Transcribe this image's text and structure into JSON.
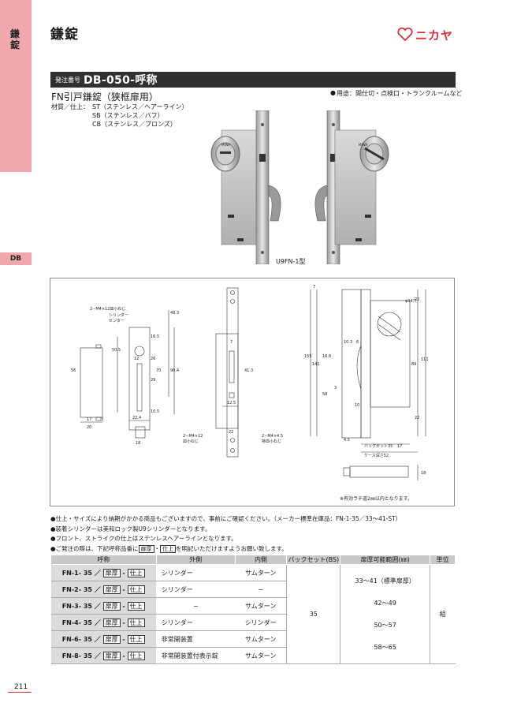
{
  "sidebar": {
    "category": "鎌錠",
    "section": "DB"
  },
  "header": {
    "title": "鎌錠",
    "brand": "ニカヤ"
  },
  "order": {
    "label": "発注番号",
    "code": "DB-050-呼称"
  },
  "product": {
    "name": "FN引戸鎌錠（狭框扉用）",
    "usage": "用途：間仕切・点検口・トランクルームなど",
    "material_label": "材質／仕上：",
    "materials": [
      "ST（ステンレス／ヘアーライン）",
      "SB（ステンレス／バフ）",
      "CB（ステンレス／ブロンズ）"
    ],
    "model": "U9FN-1型",
    "photo_text": [
      "MIWA",
      "FN"
    ]
  },
  "drawing": {
    "labels": {
      "screw1": "2−M4×12皿小ねじ",
      "cyl_center": [
        "シリンダー",
        "センター"
      ],
      "screw2": [
        "2−M4×12",
        "皿小ねじ"
      ],
      "screw3": [
        "2−M4×4.5",
        "特皿小ねじ"
      ],
      "hole": "φ34穴",
      "backset": "バックセット35",
      "case": "ケース深さ52",
      "note": "※有効ラチ道2㎜以内となります。"
    },
    "dims": [
      "49.3",
      "50.5",
      "12",
      "16.5",
      "26",
      "70",
      "90.4",
      "29",
      "56",
      "10.5",
      "22.4",
      "17",
      "3",
      "20",
      "18",
      "7",
      "41.3",
      "12.5",
      "22",
      "7",
      "155",
      "141",
      "16.8",
      "10.3",
      "6",
      "58",
      "3",
      "10",
      "89",
      "111",
      "22",
      "22",
      "4.5",
      "17",
      "18"
    ]
  },
  "notes": [
    "●仕上・サイズにより納期がかかる商品もございますので、事前にご確認ください。（メーカー標準在庫品：FN-1-35／33〜41-ST）",
    "●装着シリンダーは美和ロック製U9シリンダーとなります。",
    "●フロント、ストライクの仕上はステンレスヘアーラインとなります。"
  ],
  "order_note": {
    "pre": "●ご発注の際は、下記呼称品番に",
    "box1": "扉厚",
    "mid": "・",
    "box2": "仕上",
    "post": "を明記いただけますようお願い致します。"
  },
  "table": {
    "headers": [
      "呼称",
      "外側",
      "内側",
      "バックセット(BS)",
      "扉厚可能範囲(㎜)",
      "単位"
    ],
    "rows": [
      {
        "code": "FN-1- 35",
        "outer": "シリンダー",
        "inner": "サムターン"
      },
      {
        "code": "FN-2- 35",
        "outer": "シリンダー",
        "inner": "−"
      },
      {
        "code": "FN-3- 35",
        "outer": "−",
        "inner": "サムターン"
      },
      {
        "code": "FN-4- 35",
        "outer": "シリンダー",
        "inner": "シリンダー"
      },
      {
        "code": "FN-6- 35",
        "outer": "非常開装置",
        "inner": "サムターン"
      },
      {
        "code": "FN-8- 35",
        "outer": "非常開装置付表示錠",
        "inner": "サムターン"
      }
    ],
    "code_sep": "／",
    "box_thick": "扉厚",
    "box_finish": "仕上",
    "dash": "-",
    "backset": "35",
    "ranges": [
      "33〜41（標準扉厚）",
      "42〜49",
      "50〜57",
      "58〜65"
    ],
    "unit": "組"
  },
  "page_number": "211",
  "colors": {
    "accent": "#d8313a",
    "tab": "#f0a8ae",
    "bar": "#303030"
  }
}
